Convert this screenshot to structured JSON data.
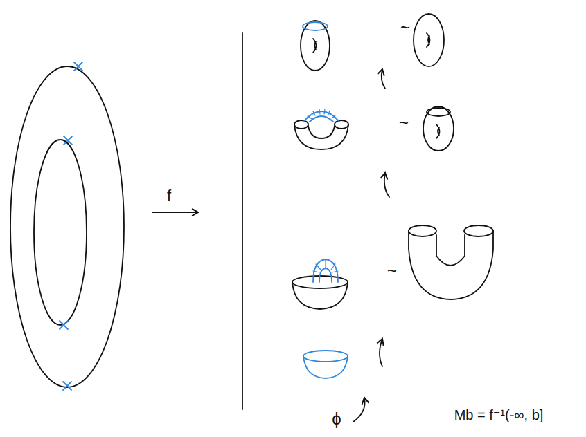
{
  "diagram": {
    "labels": [
      "f",
      "~",
      "~",
      "~",
      "ϕ",
      "Mb = f⁻¹(-∞, b]"
    ]
  }
}
